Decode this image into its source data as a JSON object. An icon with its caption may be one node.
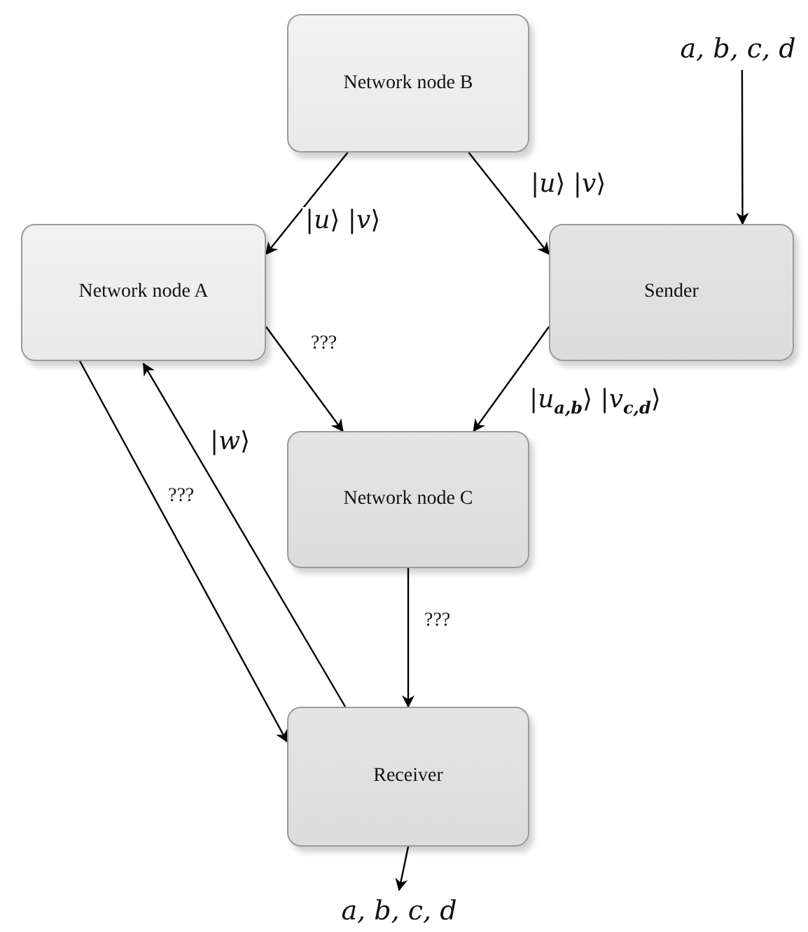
{
  "diagram": {
    "nodes": [
      {
        "text": [
          "Network node B"
        ]
      },
      {
        "text": [
          "Network node A"
        ]
      },
      {
        "text": [
          "Sender"
        ]
      },
      {
        "text": [
          "Network node C"
        ]
      },
      {
        "text": [
          "Receiver"
        ]
      },
      {
        "text": [
          "a, b, c, d"
        ]
      },
      {
        "text": [
          "a, b, c, d"
        ]
      }
    ],
    "edges": [
      {
        "from": 0,
        "to": 1,
        "arrow": "to",
        "label": "|*u*⟩ |*v*⟩"
      },
      {
        "from": 0,
        "to": 2,
        "arrow": "to",
        "label": "|*u*⟩ |*v*⟩"
      },
      {
        "from": 1,
        "to": 3,
        "arrow": "to",
        "label": "???"
      },
      {
        "from": 2,
        "to": 3,
        "arrow": "to",
        "label": "|*u*$_{a,b}$⟩ |*v*$_{c,d}$⟩"
      },
      {
        "from": 3,
        "to": 4,
        "arrow": "to",
        "label": "???"
      },
      {
        "from": 1,
        "to": 4,
        "arrow": "to",
        "label": "???"
      },
      {
        "from": 4,
        "to": 1,
        "arrow": "to",
        "label": "|*w*⟩"
      },
      {
        "from": 5,
        "to": 2,
        "arrow": "to"
      },
      {
        "from": 4,
        "to": 6,
        "arrow": "to"
      }
    ]
  }
}
